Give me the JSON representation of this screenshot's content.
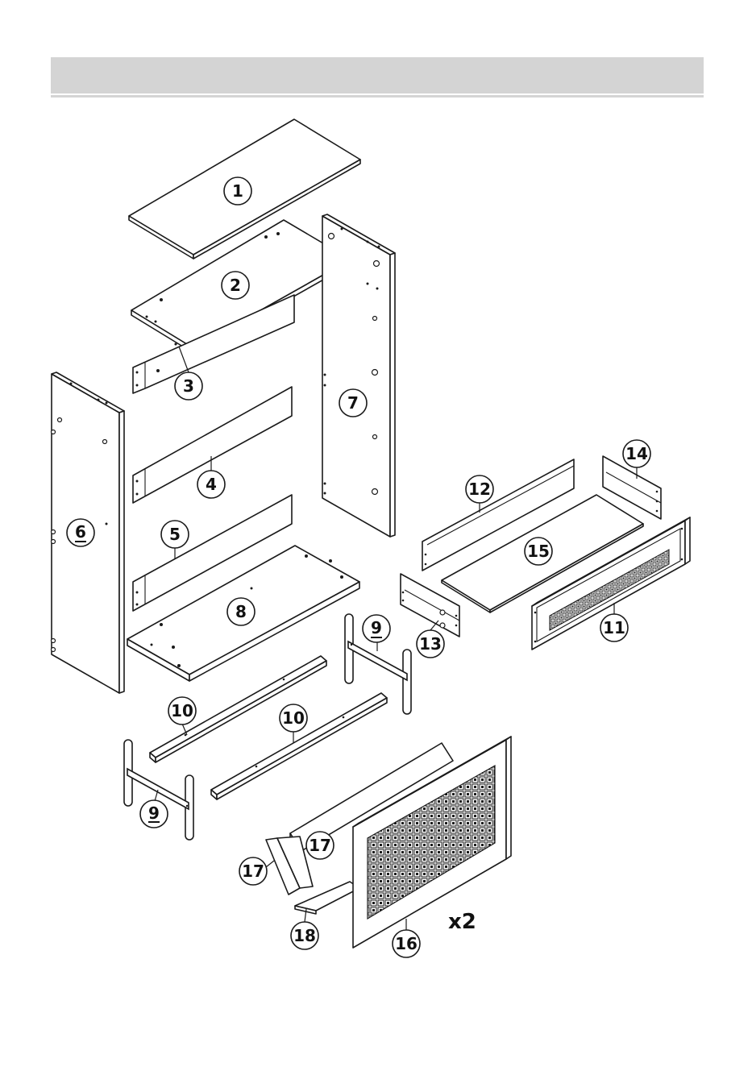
{
  "parts": [
    {
      "label": "1",
      "underline": false
    },
    {
      "label": "2",
      "underline": false
    },
    {
      "label": "3",
      "underline": false
    },
    {
      "label": "4",
      "underline": false
    },
    {
      "label": "5",
      "underline": false
    },
    {
      "label": "6",
      "underline": true
    },
    {
      "label": "7",
      "underline": false
    },
    {
      "label": "8",
      "underline": false
    },
    {
      "label": "9",
      "underline": true
    },
    {
      "label": "9",
      "underline": true
    },
    {
      "label": "10",
      "underline": false
    },
    {
      "label": "10",
      "underline": false
    },
    {
      "label": "11",
      "underline": false
    },
    {
      "label": "12",
      "underline": false
    },
    {
      "label": "13",
      "underline": false
    },
    {
      "label": "14",
      "underline": false
    },
    {
      "label": "15",
      "underline": false
    },
    {
      "label": "16",
      "underline": false
    },
    {
      "label": "17",
      "underline": false
    },
    {
      "label": "17",
      "underline": false
    },
    {
      "label": "18",
      "underline": false
    }
  ],
  "door_quantity": "x2"
}
